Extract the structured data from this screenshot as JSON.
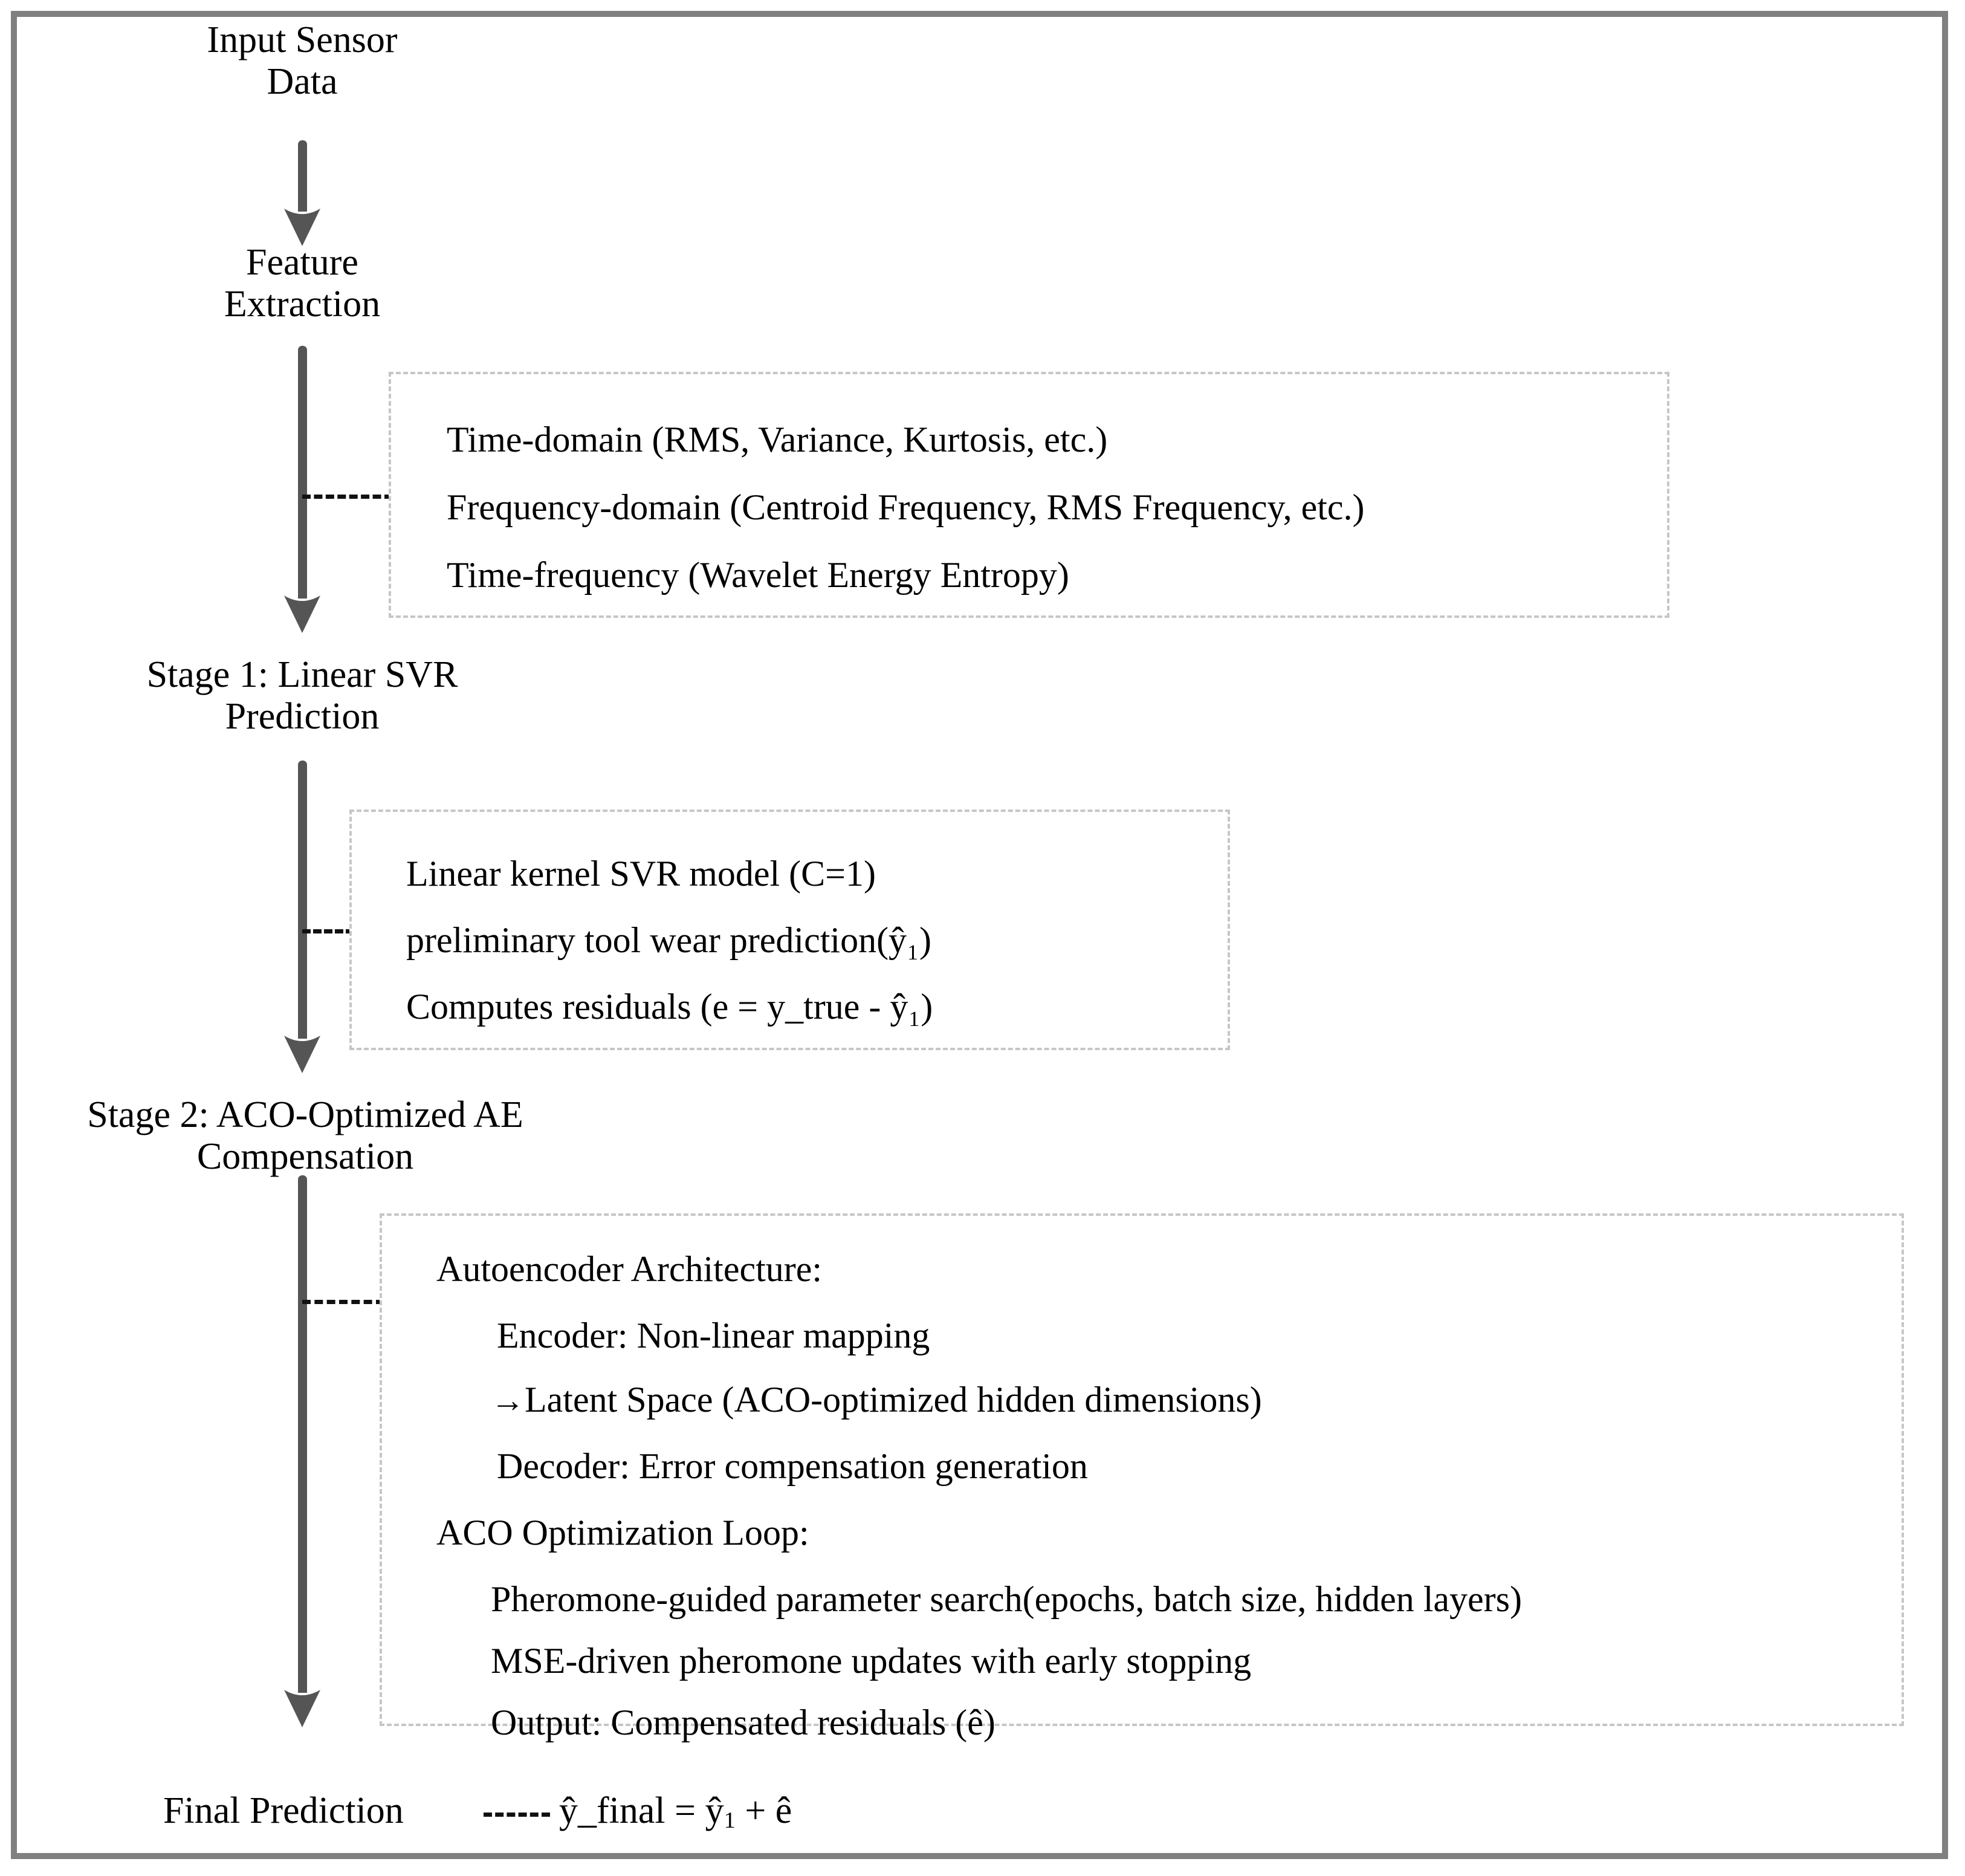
{
  "diagram": {
    "title_flow": "Two-stage tool wear prediction flowchart",
    "frame_color": "#808080",
    "arrow_color": "#555555",
    "box_border_color": "#c6c6c6",
    "connector_color": "#111111"
  },
  "nodes": [
    {
      "id": "input",
      "label": "Input Sensor\nData"
    },
    {
      "id": "feature",
      "label": "Feature\nExtraction"
    },
    {
      "id": "stage1",
      "label": "Stage 1: Linear SVR\nPrediction"
    },
    {
      "id": "stage2",
      "label": "Stage 2: ACO-Optimized AE\nCompensation"
    }
  ],
  "boxes": {
    "features": {
      "lines": [
        "Time-domain (RMS, Variance, Kurtosis, etc.)",
        "Frequency-domain (Centroid Frequency, RMS Frequency, etc.)",
        "Time-frequency (Wavelet Energy Entropy)"
      ]
    },
    "svr": {
      "lines": [
        "Linear kernel SVR model (C=1)",
        "preliminary tool wear prediction(ŷ₁)",
        "Computes residuals (e = y_true - ŷ₁)"
      ]
    },
    "autoencoder": {
      "heading_architecture": "Autoencoder Architecture:",
      "encoder": "Encoder: Non-linear mapping",
      "latent_arrow": "→",
      "latent": "Latent Space (ACO-optimized hidden dimensions)",
      "decoder": "Decoder: Error compensation generation",
      "heading_aco": "ACO Optimization Loop:",
      "pheromone": "Pheromone-guided parameter search(epochs, batch size, hidden layers)",
      "mse": "MSE-driven pheromone updates with early stopping",
      "output": "Output: Compensated residuals (ê)"
    }
  },
  "final": {
    "label": "Final Prediction",
    "equation_prefix": "ŷ_final = ŷ",
    "equation_sub": "1",
    "equation_suffix": " + ê"
  }
}
